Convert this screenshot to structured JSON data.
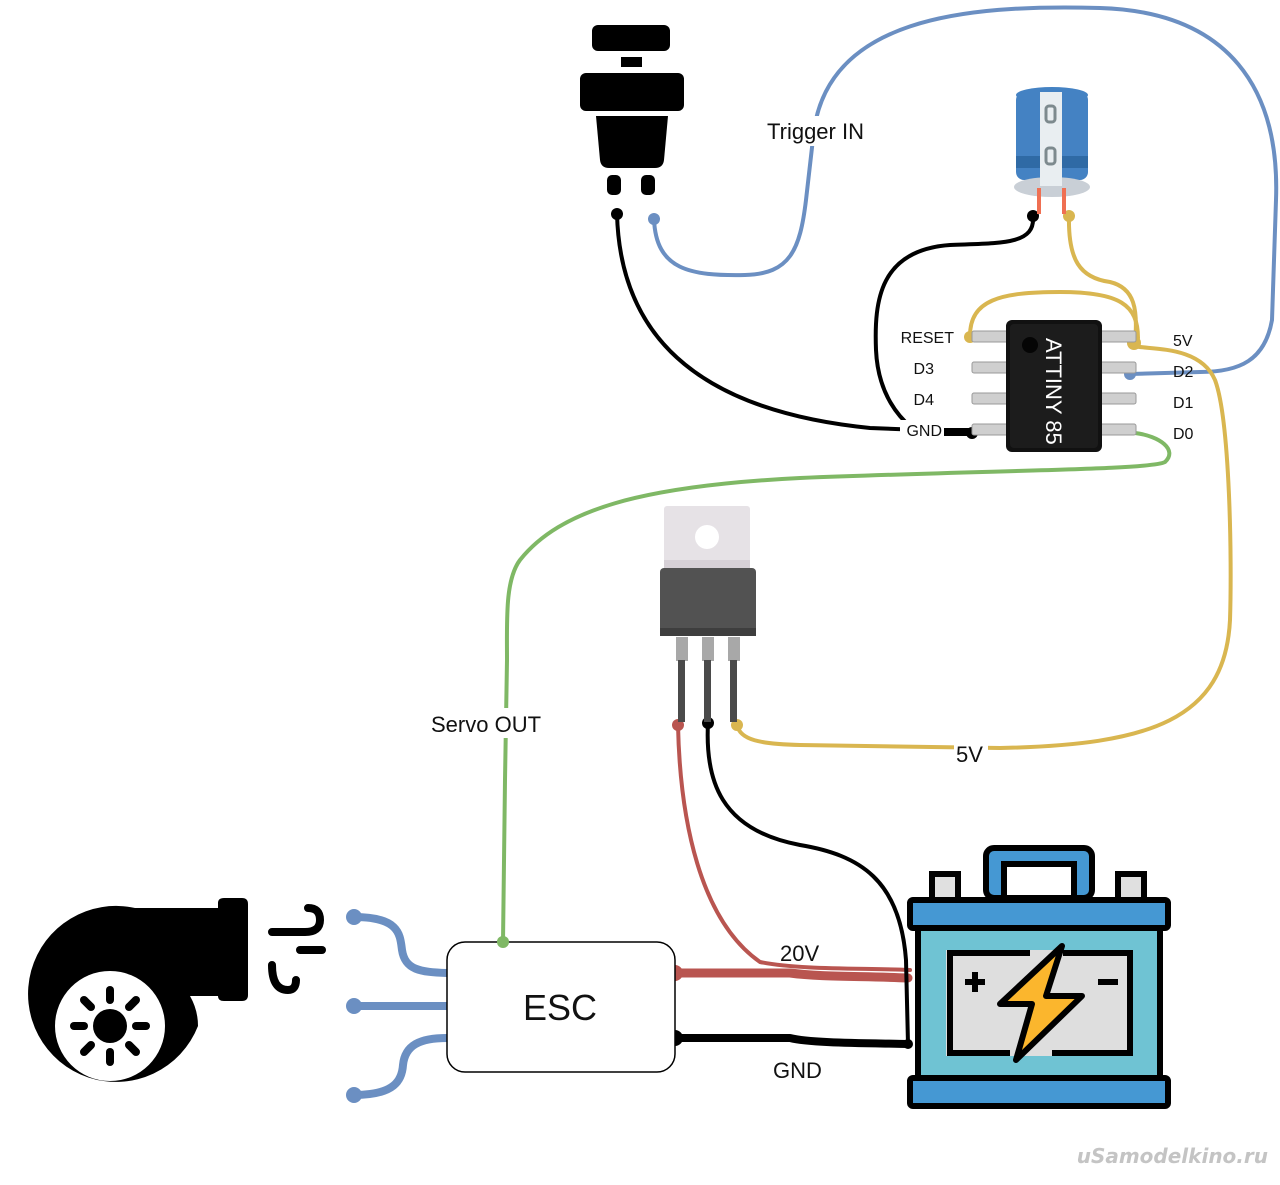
{
  "title": "ATtiny85 ESC blower control wiring diagram",
  "components": {
    "button": {
      "name": "Push button (trigger input)"
    },
    "capacitor": {
      "name": "Electrolytic capacitor",
      "marking": "0 0"
    },
    "mcu": {
      "name": "ATtiny 85",
      "label": "ATTINY 85",
      "left_pins": [
        "RESET",
        "D3",
        "D4",
        "GND"
      ],
      "right_pins": [
        "5V",
        "D2",
        "D1",
        "D0"
      ]
    },
    "regulator": {
      "name": "Voltage regulator (TO-220)"
    },
    "esc": {
      "label": "ESC"
    },
    "blower": {
      "name": "Turbine blower fan"
    },
    "battery": {
      "name": "Battery"
    }
  },
  "wire_labels": {
    "trigger_in": "Trigger IN",
    "servo_out": "Servo OUT",
    "five_v": "5V",
    "twenty_v": "20V",
    "gnd": "GND"
  },
  "colors": {
    "wire_blue": "#6b8fc2",
    "wire_black": "#000000",
    "wire_yellow": "#d9b650",
    "wire_green": "#7fb865",
    "wire_red": "#b95550",
    "battery_blue": "#4598d3",
    "battery_teal": "#6fc3d3",
    "bolt": "#fbb62d",
    "cap_blue": "#4482c3"
  },
  "watermark": "uSamodelkino.ru"
}
